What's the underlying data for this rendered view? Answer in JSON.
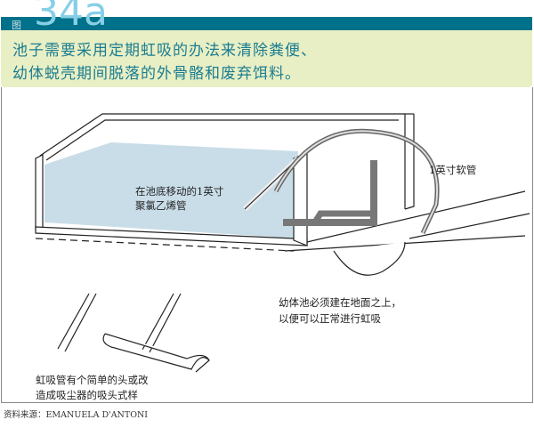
{
  "figure": {
    "prefix": "图",
    "number": "34a"
  },
  "caption": [
    "池子需要采用定期虹吸的办法来清除粪便、",
    "幼体蜕壳期间脱落的外骨骼和废弃饵料。"
  ],
  "labels": {
    "pipe_bottom": [
      "在池底移动的1英寸",
      "聚氯乙烯管"
    ],
    "hose": "1英寸软管",
    "tank_note": [
      "幼体池必须建在地面之上，",
      "以便可以正常进行虹吸"
    ],
    "head_note": [
      "虹吸管有个简单的头或改",
      "造成吸尘器的吸头式样"
    ]
  },
  "source": "资料来源：EMANUELA D'ANTONI",
  "colors": {
    "bar": "#00718a",
    "caption_bg": "#e9efc4",
    "water": "#c9dde8"
  }
}
